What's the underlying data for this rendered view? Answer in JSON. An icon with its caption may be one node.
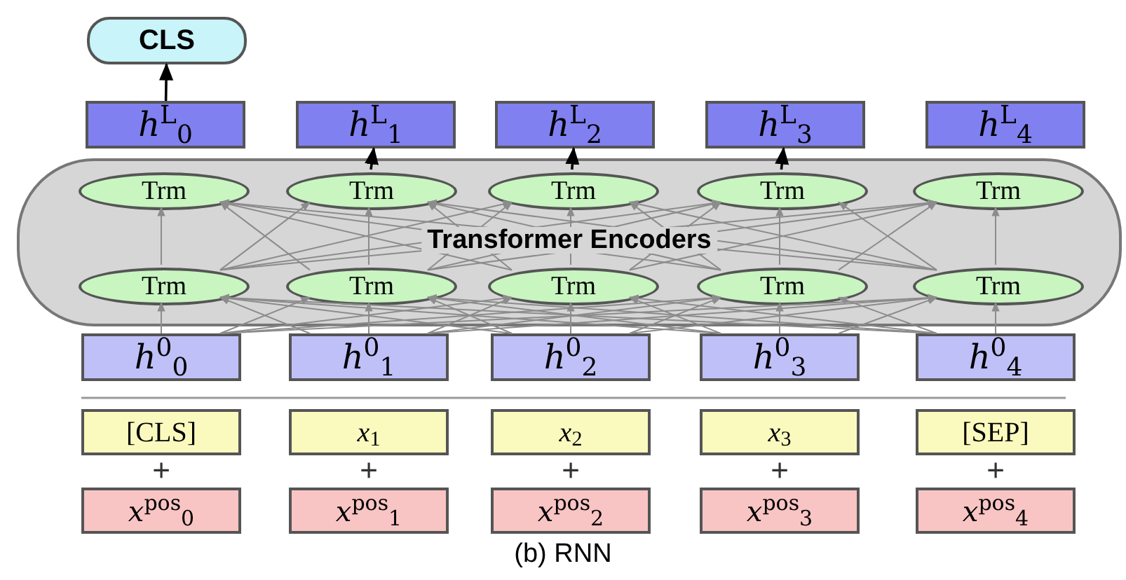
{
  "diagram": {
    "caption": "(b) RNN",
    "nodes": [
      {
        "text": [
          "CLS"
        ]
      },
      {
        "text": [
          "*h*$^{L}$$_{0}$"
        ]
      },
      {
        "text": [
          "*h*$^{L}$$_{1}$"
        ]
      },
      {
        "text": [
          "*h*$^{L}$$_{2}$"
        ]
      },
      {
        "text": [
          "*h*$^{L}$$_{3}$"
        ]
      },
      {
        "text": [
          "*h*$^{L}$$_{4}$"
        ]
      },
      {
        "text": [
          "Transformer Encoders"
        ]
      },
      {
        "text": [
          "Trm"
        ],
        "in": 6
      },
      {
        "text": [
          "Trm"
        ],
        "in": 6
      },
      {
        "text": [
          "Trm"
        ],
        "in": 6
      },
      {
        "text": [
          "Trm"
        ],
        "in": 6
      },
      {
        "text": [
          "Trm"
        ],
        "in": 6
      },
      {
        "text": [
          "Trm"
        ],
        "in": 6
      },
      {
        "text": [
          "Trm"
        ],
        "in": 6
      },
      {
        "text": [
          "Trm"
        ],
        "in": 6
      },
      {
        "text": [
          "Trm"
        ],
        "in": 6
      },
      {
        "text": [
          "Trm"
        ],
        "in": 6
      },
      {
        "text": [
          "*h*$^{0}$$_{0}$"
        ]
      },
      {
        "text": [
          "*h*$^{0}$$_{1}$"
        ]
      },
      {
        "text": [
          "*h*$^{0}$$_{2}$"
        ]
      },
      {
        "text": [
          "*h*$^{0}$$_{3}$"
        ]
      },
      {
        "text": [
          "*h*$^{0}$$_{4}$"
        ]
      },
      {
        "text": [
          "[CLS]"
        ]
      },
      {
        "text": [
          "*x*$_{1}$"
        ]
      },
      {
        "text": [
          "*x*$_{2}$"
        ]
      },
      {
        "text": [
          "*x*$_{3}$"
        ]
      },
      {
        "text": [
          "[SEP]"
        ]
      },
      {
        "text": [
          "*x*$^{pos}$$_{0}$"
        ]
      },
      {
        "text": [
          "*x*$^{pos}$$_{1}$"
        ]
      },
      {
        "text": [
          "*x*$^{pos}$$_{2}$"
        ]
      },
      {
        "text": [
          "*x*$^{pos}$$_{3}$"
        ]
      },
      {
        "text": [
          "*x*$^{pos}$$_{4}$"
        ]
      }
    ],
    "edges": [
      {
        "from": 1,
        "to": 0,
        "arrow": "to",
        "color": "#000000"
      },
      {
        "from": 8,
        "to": 2,
        "arrow": "to",
        "color": "#000000"
      },
      {
        "from": 9,
        "to": 3,
        "arrow": "to",
        "color": "#000000"
      },
      {
        "from": 10,
        "to": 4,
        "arrow": "to",
        "color": "#000000"
      },
      {
        "from": 12,
        "to": 7,
        "arrow": "to"
      },
      {
        "from": 12,
        "to": 8,
        "arrow": "to"
      },
      {
        "from": 12,
        "to": 9,
        "arrow": "to"
      },
      {
        "from": 12,
        "to": 10,
        "arrow": "to"
      },
      {
        "from": 12,
        "to": 11,
        "arrow": "to"
      },
      {
        "from": 13,
        "to": 7,
        "arrow": "to"
      },
      {
        "from": 13,
        "to": 8,
        "arrow": "to"
      },
      {
        "from": 13,
        "to": 9,
        "arrow": "to"
      },
      {
        "from": 13,
        "to": 10,
        "arrow": "to"
      },
      {
        "from": 13,
        "to": 11,
        "arrow": "to"
      },
      {
        "from": 14,
        "to": 7,
        "arrow": "to"
      },
      {
        "from": 14,
        "to": 8,
        "arrow": "to"
      },
      {
        "from": 14,
        "to": 9,
        "arrow": "to"
      },
      {
        "from": 14,
        "to": 10,
        "arrow": "to"
      },
      {
        "from": 14,
        "to": 11,
        "arrow": "to"
      },
      {
        "from": 15,
        "to": 7,
        "arrow": "to"
      },
      {
        "from": 15,
        "to": 8,
        "arrow": "to"
      },
      {
        "from": 15,
        "to": 9,
        "arrow": "to"
      },
      {
        "from": 15,
        "to": 10,
        "arrow": "to"
      },
      {
        "from": 15,
        "to": 11,
        "arrow": "to"
      },
      {
        "from": 16,
        "to": 7,
        "arrow": "to"
      },
      {
        "from": 16,
        "to": 8,
        "arrow": "to"
      },
      {
        "from": 16,
        "to": 9,
        "arrow": "to"
      },
      {
        "from": 16,
        "to": 10,
        "arrow": "to"
      },
      {
        "from": 16,
        "to": 11,
        "arrow": "to"
      },
      {
        "from": 17,
        "to": 12,
        "arrow": "to"
      },
      {
        "from": 17,
        "to": 13,
        "arrow": "to"
      },
      {
        "from": 17,
        "to": 14,
        "arrow": "to"
      },
      {
        "from": 17,
        "to": 15,
        "arrow": "to"
      },
      {
        "from": 17,
        "to": 16,
        "arrow": "to"
      },
      {
        "from": 18,
        "to": 12,
        "arrow": "to"
      },
      {
        "from": 18,
        "to": 13,
        "arrow": "to"
      },
      {
        "from": 18,
        "to": 14,
        "arrow": "to"
      },
      {
        "from": 18,
        "to": 15,
        "arrow": "to"
      },
      {
        "from": 18,
        "to": 16,
        "arrow": "to"
      },
      {
        "from": 19,
        "to": 12,
        "arrow": "to"
      },
      {
        "from": 19,
        "to": 13,
        "arrow": "to"
      },
      {
        "from": 19,
        "to": 14,
        "arrow": "to"
      },
      {
        "from": 19,
        "to": 15,
        "arrow": "to"
      },
      {
        "from": 19,
        "to": 16,
        "arrow": "to"
      },
      {
        "from": 20,
        "to": 12,
        "arrow": "to"
      },
      {
        "from": 20,
        "to": 13,
        "arrow": "to"
      },
      {
        "from": 20,
        "to": 14,
        "arrow": "to"
      },
      {
        "from": 20,
        "to": 15,
        "arrow": "to"
      },
      {
        "from": 20,
        "to": 16,
        "arrow": "to"
      },
      {
        "from": 21,
        "to": 12,
        "arrow": "to"
      },
      {
        "from": 21,
        "to": 13,
        "arrow": "to"
      },
      {
        "from": 21,
        "to": 14,
        "arrow": "to"
      },
      {
        "from": 21,
        "to": 15,
        "arrow": "to"
      },
      {
        "from": 21,
        "to": 16,
        "arrow": "to"
      }
    ],
    "labels": [
      "+",
      "+",
      "+",
      "+",
      "+"
    ]
  }
}
